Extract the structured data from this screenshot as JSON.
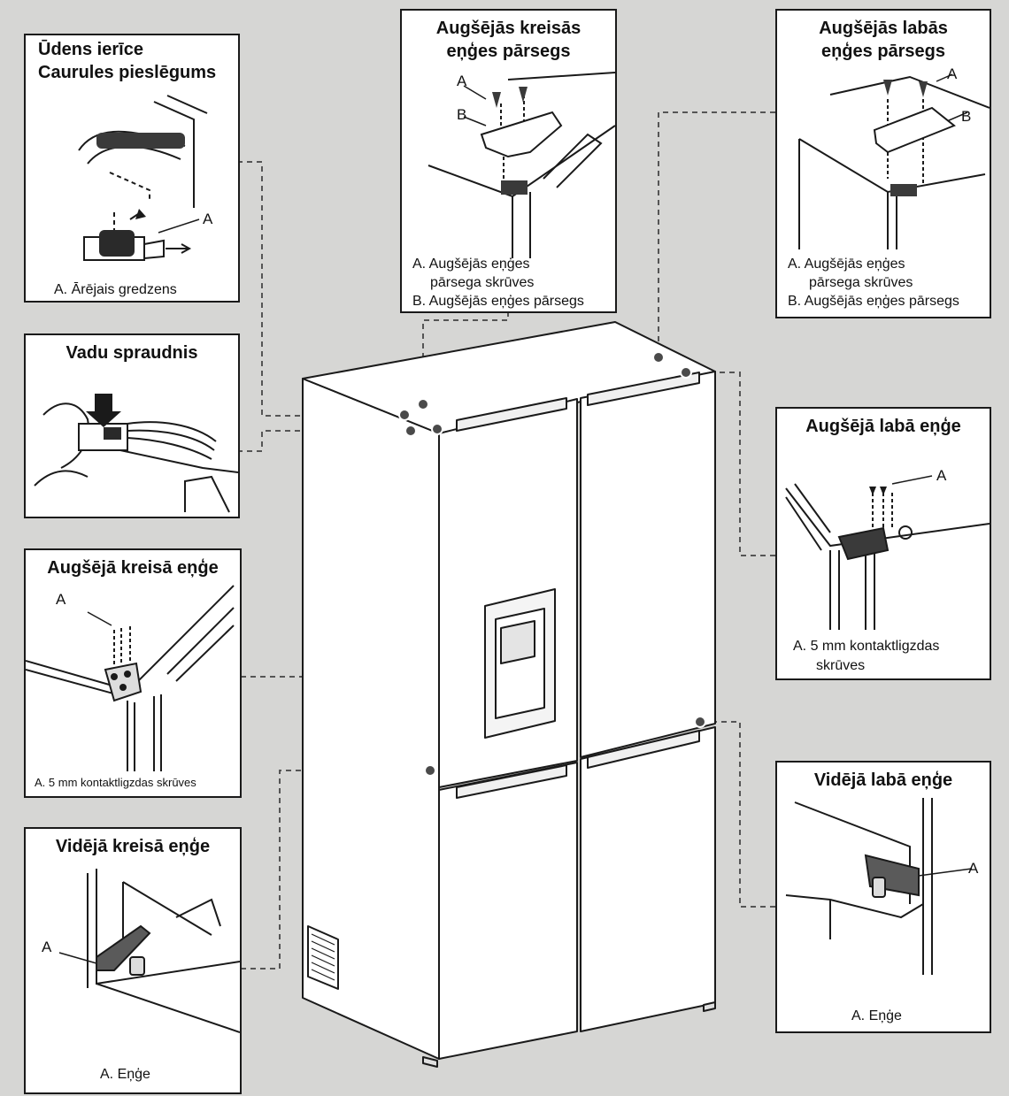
{
  "panels": {
    "water": {
      "title1": "Ūdens ierīce",
      "title2": "Caurules pieslēgums",
      "label_a": "A",
      "cap": "A. Ārējais gredzens"
    },
    "wire": {
      "title": "Vadu spraudnis"
    },
    "top_left_hinge": {
      "title": "Augšējā kreisā eņģe",
      "label_a": "A",
      "cap": "A. 5 mm kontaktligzdas skrūves"
    },
    "mid_left_hinge": {
      "title": "Vidējā kreisā eņģe",
      "label_a": "A",
      "cap": "A. Eņģe"
    },
    "top_left_cover": {
      "title1": "Augšējās kreisās",
      "title2": "eņģes pārsegs",
      "label_a": "A",
      "label_b": "B",
      "cap1": "A. Augšējās eņģes",
      "cap2": "pārsega skrūves",
      "cap3": "B. Augšējās eņģes pārsegs"
    },
    "top_right_cover": {
      "title1": "Augšējās labās",
      "title2": "eņģes pārsegs",
      "label_a": "A",
      "label_b": "B",
      "cap1": "A. Augšējās eņģes",
      "cap2": "pārsega skrūves",
      "cap3": "B. Augšējās eņģes pārsegs"
    },
    "top_right_hinge": {
      "title": "Augšējā labā eņģe",
      "label_a": "A",
      "cap1": "A. 5 mm kontaktligzdas",
      "cap2": "skrūves"
    },
    "mid_right_hinge": {
      "title": "Vidējā labā eņģe",
      "label_a": "A",
      "cap": "A. Eņģe"
    }
  },
  "colors": {
    "background": "#d6d6d4",
    "line": "#1a1a1a",
    "leader": "#555555",
    "marker": "#4a4a4a"
  }
}
